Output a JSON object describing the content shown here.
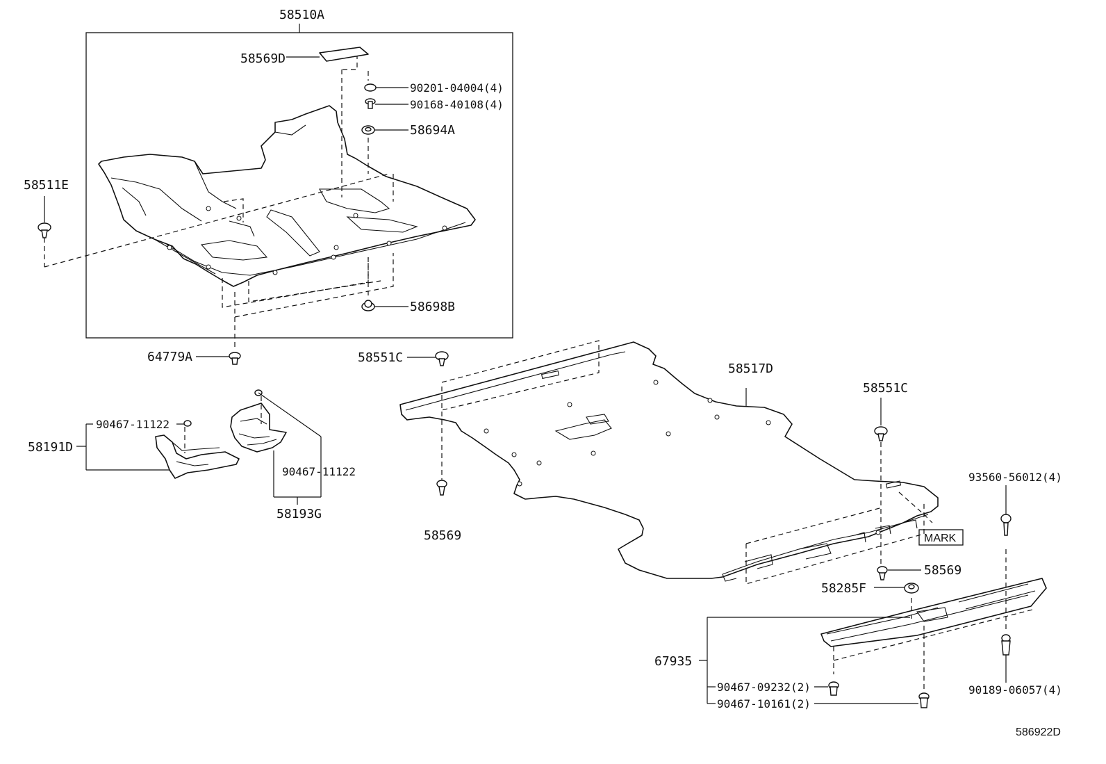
{
  "labels": {
    "l58510A": "58510A",
    "l58569D": "58569D",
    "l90201": "90201-04004(4)",
    "l90168": "90168-40108(4)",
    "l58694A": "58694A",
    "l58511E": "58511E",
    "l58698B": "58698B",
    "l64779A": "64779A",
    "l58551C_a": "58551C",
    "l58517D": "58517D",
    "l58551C_b": "58551C",
    "l90467_a": "90467-11122",
    "l58191D": "58191D",
    "l90467_b": "90467-11122",
    "l58193G": "58193G",
    "l58569_a": "58569",
    "l93560": "93560-56012(4)",
    "lMARK": "MARK",
    "l58569_b": "58569",
    "l58285F": "58285F",
    "l67935": "67935",
    "l90467_c": "90467-09232(2)",
    "l90467_d": "90467-10161(2)",
    "l90189": "90189-06057(4)",
    "lRef": "586922D"
  }
}
